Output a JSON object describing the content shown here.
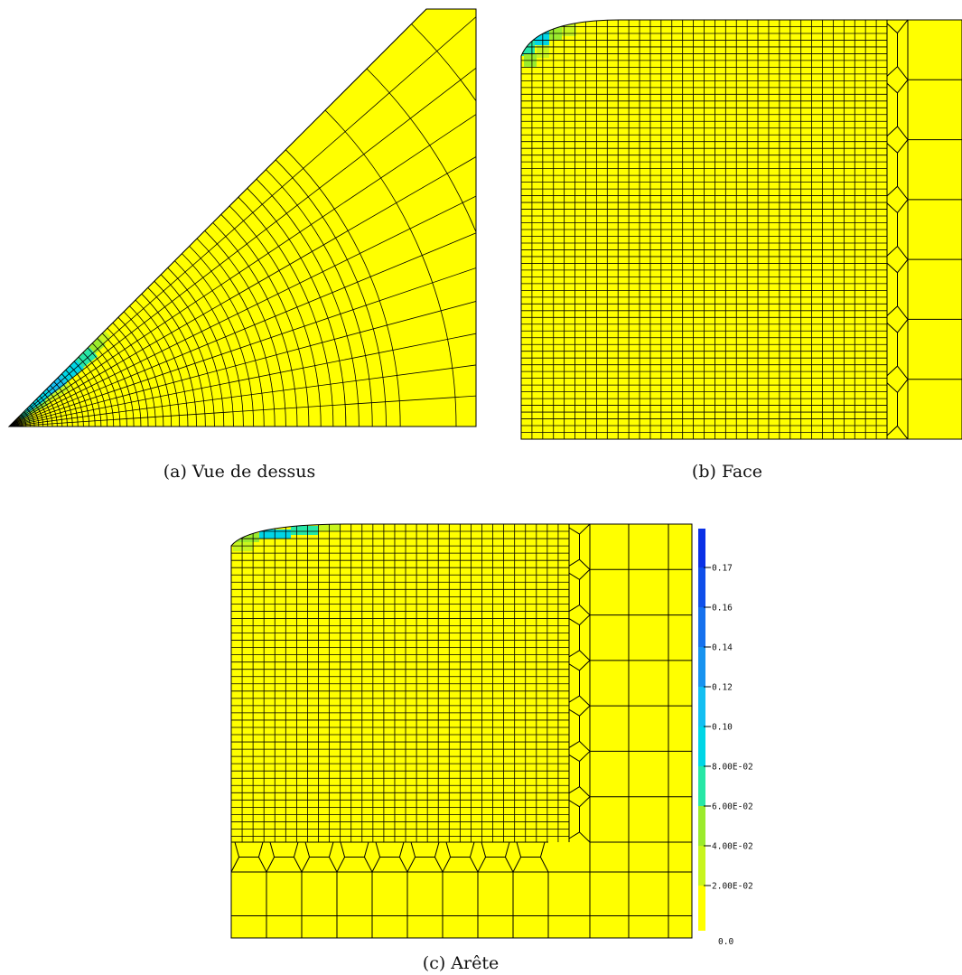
{
  "colors": {
    "fill": "#FFFF00",
    "mesh_line": "#000000",
    "scale_stops": [
      "#FFFF00",
      "#C8F51E",
      "#9BEB2D",
      "#27E7A6",
      "#00D6E6",
      "#14BFF2",
      "#1893F0",
      "#1671EE",
      "#0F4FEA",
      "#0A30E6"
    ]
  },
  "panels": [
    {
      "id": "a",
      "caption": "(a) Vue de dessus"
    },
    {
      "id": "b",
      "caption": "(b) Face"
    },
    {
      "id": "c",
      "caption": "(c) Arête"
    }
  ],
  "colorbar": {
    "labels": [
      "0.17",
      "0.16",
      "0.14",
      "0.12",
      "0.10",
      "8.00E-02",
      "6.00E-02",
      "4.00E-02",
      "2.00E-02",
      "0.0"
    ],
    "values": [
      0.17,
      0.16,
      0.14,
      0.12,
      0.1,
      0.08,
      0.06,
      0.04,
      0.02,
      0.0
    ]
  }
}
